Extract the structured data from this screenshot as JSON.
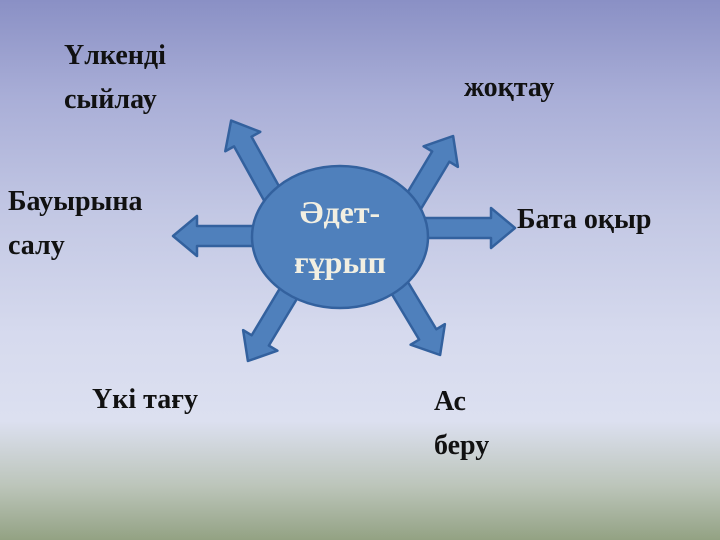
{
  "diagram": {
    "center_label": "Әдет-\nғұрып",
    "spokes": [
      {
        "position": "top-left",
        "label": "Үлкенді\nсыйлау"
      },
      {
        "position": "top-right",
        "label": "жоқтау"
      },
      {
        "position": "left",
        "label": "Бауырына\nсалу"
      },
      {
        "position": "right",
        "label": "Бата оқыр"
      },
      {
        "position": "bottom-left",
        "label": "Үкі тағу"
      },
      {
        "position": "bottom-right",
        "label": "Ас\nберу"
      }
    ]
  },
  "colors": {
    "shape_fill": "#4f80bc",
    "shape_stroke": "#33619e",
    "background_top": "#8a90c5",
    "background_middle": "#dce0f0",
    "background_bottom": "#93a283",
    "label_text": "#111111",
    "center_text": "#f2efe2"
  }
}
